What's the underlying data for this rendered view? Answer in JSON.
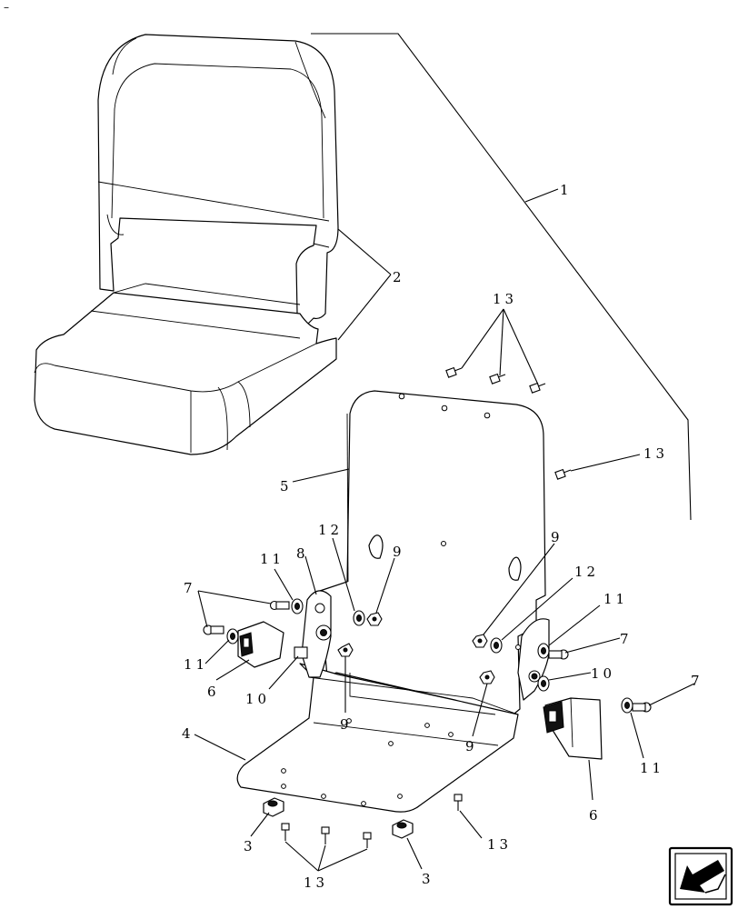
{
  "corner_mark": "–",
  "callouts": {
    "c1": "1",
    "c2": "2",
    "c3a": "3",
    "c3b": "3",
    "c4": "4",
    "c5": "5",
    "c6a": "6",
    "c6b": "6",
    "c7a": "7",
    "c7b": "7",
    "c7c": "7",
    "c8": "8",
    "c9a": "9",
    "c9b": "9",
    "c9c": "9",
    "c9d": "9",
    "c10a": "10",
    "c10b": "10",
    "c11a": "11",
    "c11b": "11",
    "c11c": "11",
    "c11d": "11",
    "c12a": "12",
    "c12b": "12",
    "c13a": "13",
    "c13b": "13",
    "c13c": "13",
    "c13d": "13"
  },
  "icons": {
    "nav": "navigation-arrow-icon"
  }
}
